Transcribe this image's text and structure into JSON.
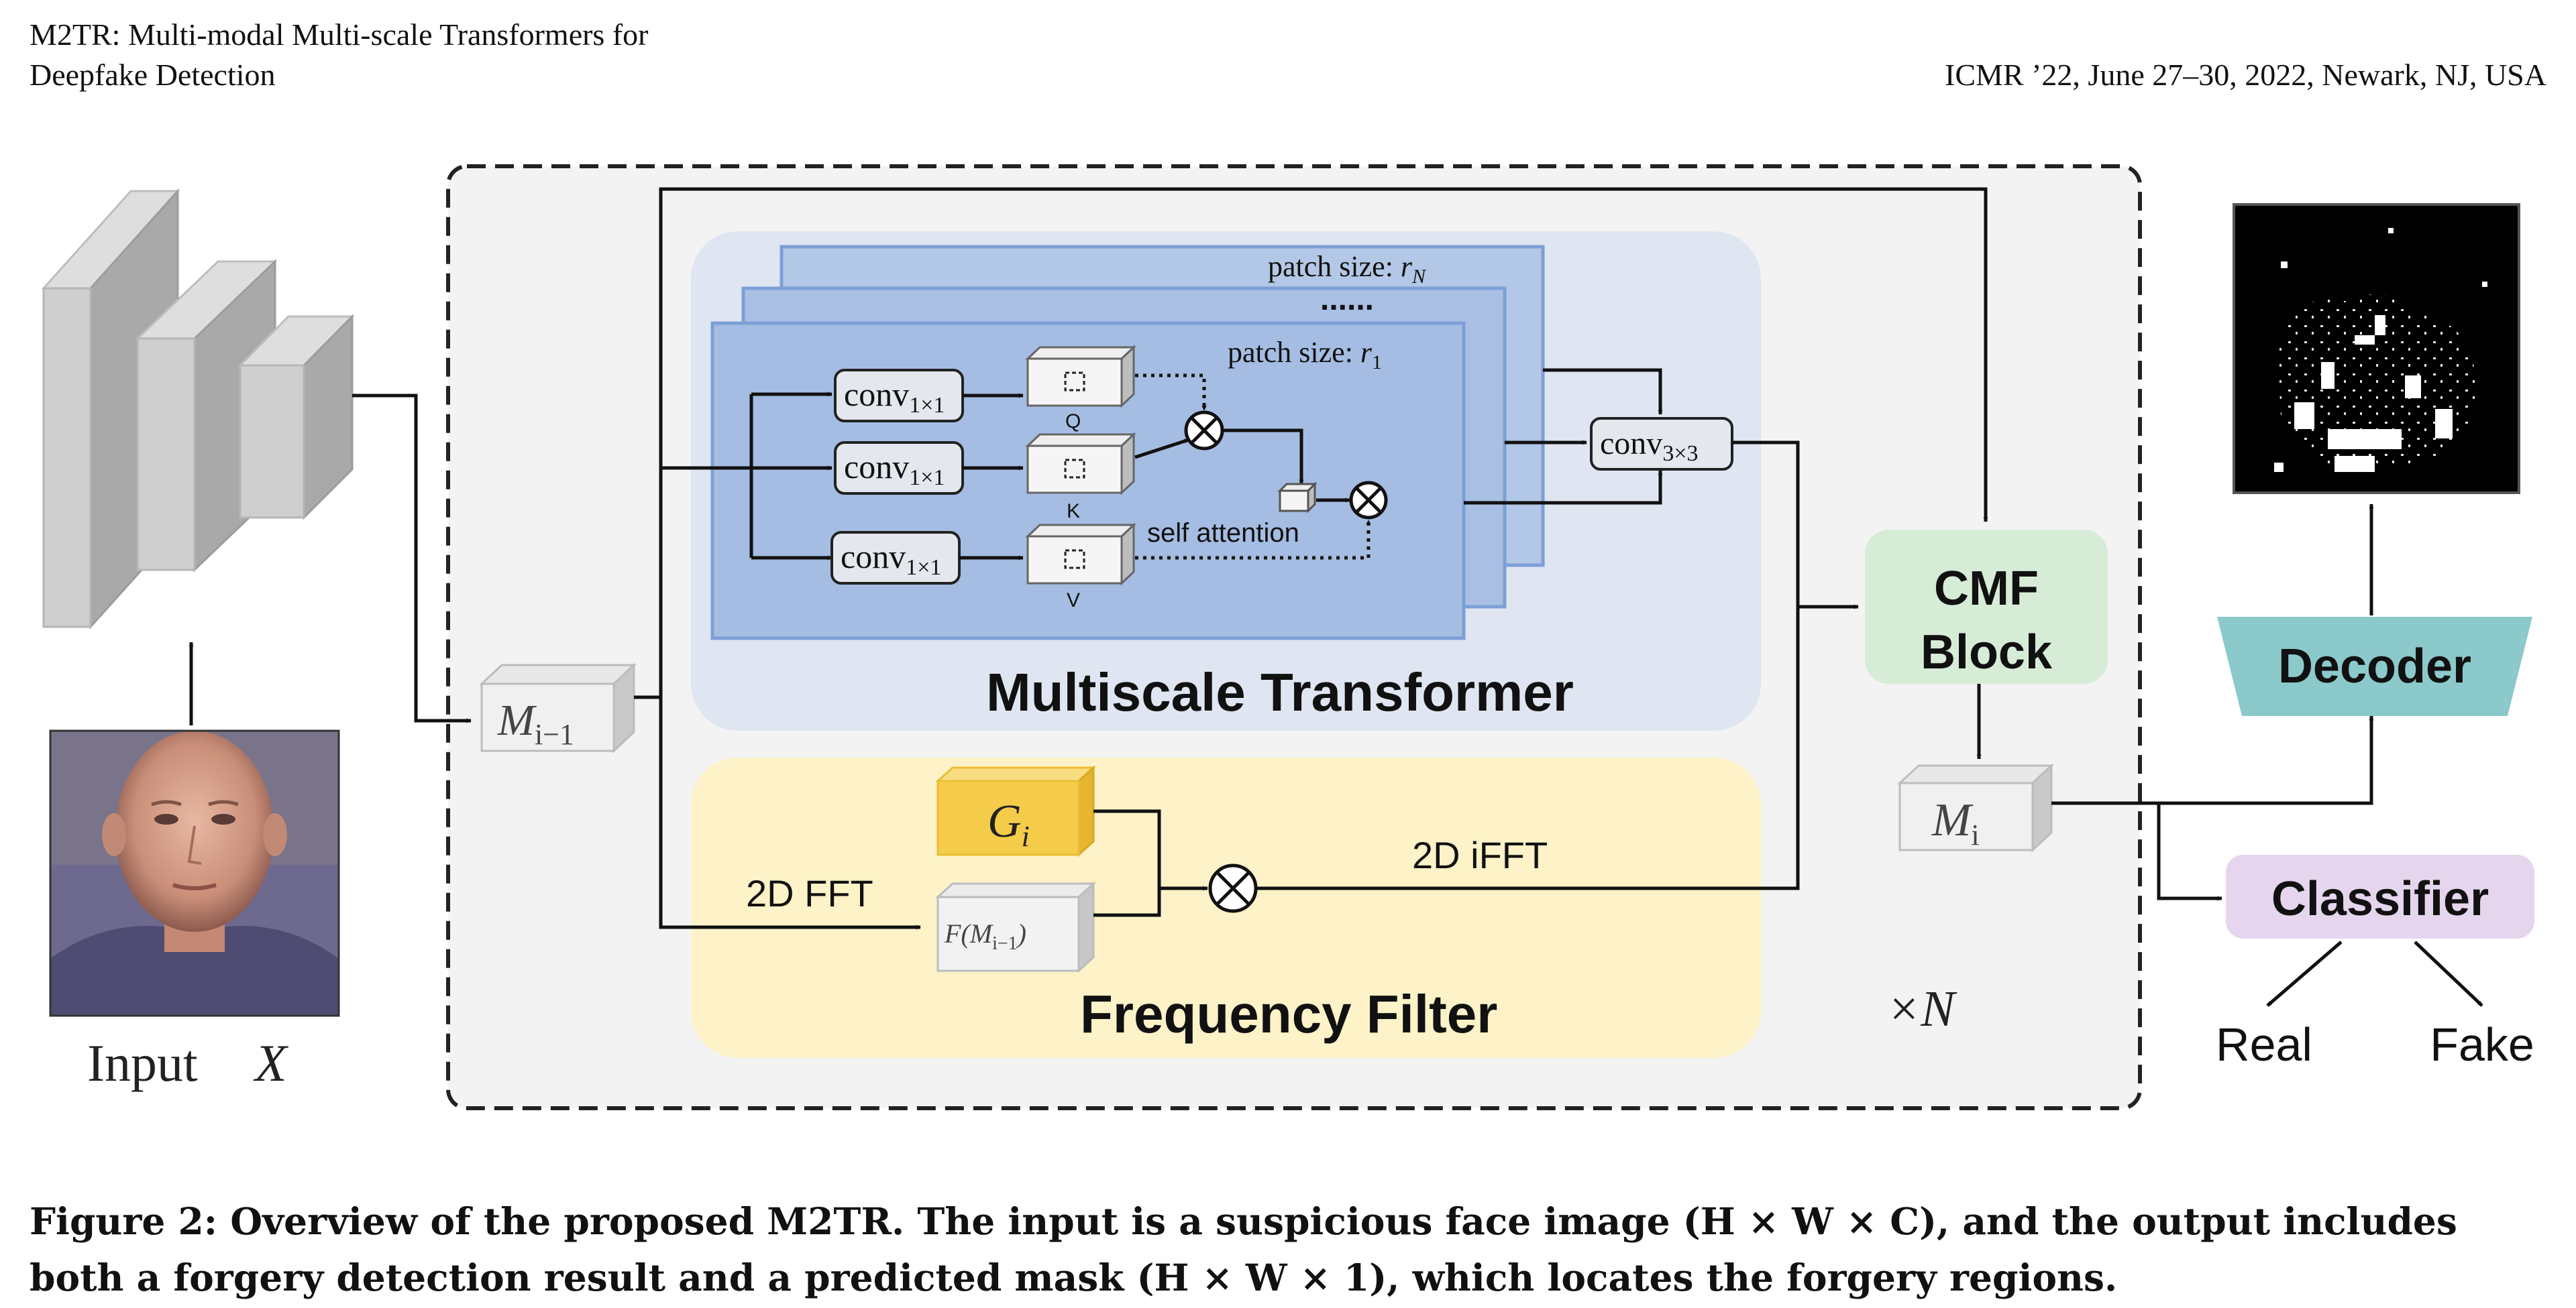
{
  "header": {
    "left_line1": "M2TR: Multi-modal Multi-scale Transformers for",
    "left_line2": "Deepfake Detection",
    "right": "ICMR ’22, June 27–30, 2022, Newark, NJ, USA"
  },
  "figure": {
    "input_label": "Input",
    "input_symbol": "X",
    "m_prev": "M",
    "m_prev_sub": "i−1",
    "multiscale_title": "Multiscale Transformer",
    "patch_rn_text": "patch  size: ",
    "patch_rn_sym": "r",
    "patch_rn_sub": "N",
    "patch_r1_text": "patch  size: ",
    "patch_r1_sym": "r",
    "patch_r1_sub": "1",
    "dots": "......",
    "conv_word": "conv",
    "conv_sub": "1×1",
    "conv3_sub": "3×3",
    "q": "Q",
    "k": "K",
    "v": "V",
    "self_attention": "self attention",
    "cmf_line1": "CMF",
    "cmf_line2": "Block",
    "m_i": "M",
    "m_i_sub": "i",
    "decoder": "Decoder",
    "classifier": "Classifier",
    "real": "Real",
    "fake": "Fake",
    "freq_title": "Frequency Filter",
    "gi": "G",
    "gi_sub": "i",
    "fft": "2D FFT",
    "ifft": "2D iFFT",
    "f_m": "F(M",
    "f_m_sub": "i−1",
    "f_m_end": ")",
    "times_n": "×N",
    "colors": {
      "transformer_bg": "#dfe6f2",
      "patch_fill": "#a9c0e4",
      "patch_edge": "#7d9fd6",
      "freq_bg": "#fdf2c8",
      "gi_fill": "#f4cc4a",
      "cmf_fill": "#d6ecd6",
      "decoder_fill": "#8cc9cb",
      "classifier_fill": "#e5d6ee",
      "outer_bg": "#f3f3f3"
    }
  },
  "caption": "Figure 2: Overview of the proposed M2TR. The input is a suspicious face image (H × W × C), and the output includes both a forgery detection result and a predicted mask (H × W × 1), which locates the forgery regions."
}
